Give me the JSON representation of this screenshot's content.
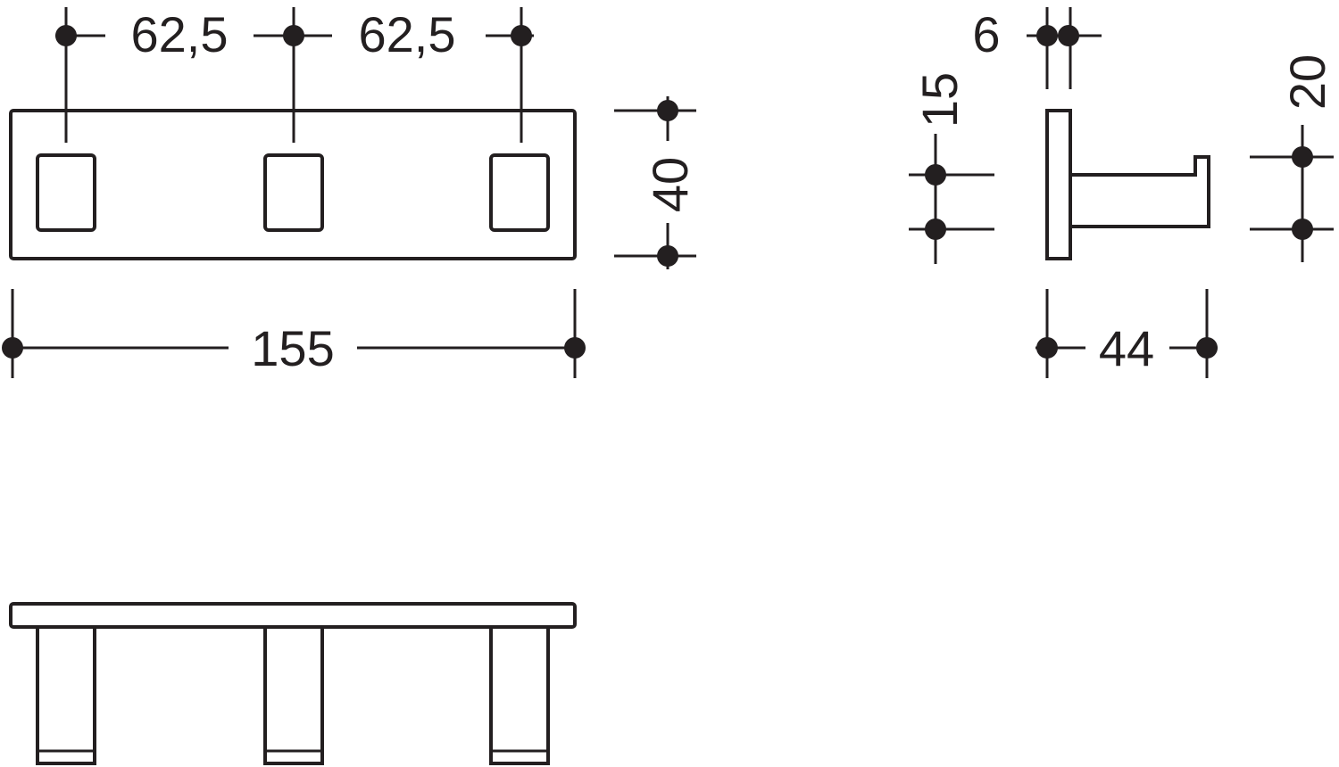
{
  "colors": {
    "ink": "#231f20",
    "paper": "#ffffff"
  },
  "dimensions": {
    "spacing_left": "62,5",
    "spacing_right": "62,5",
    "total_length": "155",
    "height": "40",
    "plate_thickness": "6",
    "upper_offset": "15",
    "hook_length": "44",
    "arm_spacing": "20"
  }
}
